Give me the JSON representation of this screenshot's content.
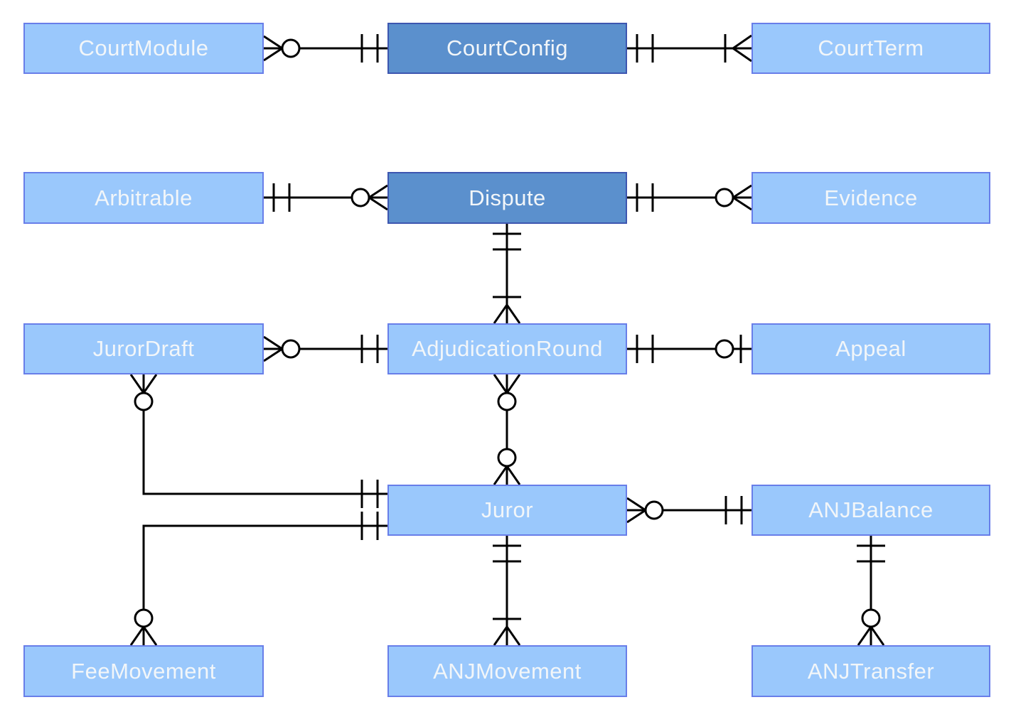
{
  "diagram": {
    "type": "entity-relationship-diagram",
    "notation": "crows-foot",
    "colors": {
      "canvas_bg": "#ffffff",
      "entity_fill": "#9ac8fc",
      "entity_border": "#687ee9",
      "entity_dark_fill": "#5b90cd",
      "entity_dark_border": "#3d56b0",
      "entity_text": "#f2f6f9",
      "line_color": "#000000"
    },
    "entities": [
      {
        "name": "CourtModule",
        "emphasis": "light"
      },
      {
        "name": "CourtConfig",
        "emphasis": "dark"
      },
      {
        "name": "CourtTerm",
        "emphasis": "light"
      },
      {
        "name": "Arbitrable",
        "emphasis": "light"
      },
      {
        "name": "Dispute",
        "emphasis": "dark"
      },
      {
        "name": "Evidence",
        "emphasis": "light"
      },
      {
        "name": "JurorDraft",
        "emphasis": "light"
      },
      {
        "name": "AdjudicationRound",
        "emphasis": "light"
      },
      {
        "name": "Appeal",
        "emphasis": "light"
      },
      {
        "name": "Juror",
        "emphasis": "light"
      },
      {
        "name": "ANJBalance",
        "emphasis": "light"
      },
      {
        "name": "FeeMovement",
        "emphasis": "light"
      },
      {
        "name": "ANJMovement",
        "emphasis": "light"
      },
      {
        "name": "ANJTransfer",
        "emphasis": "light"
      }
    ],
    "relationships": [
      {
        "from": "CourtConfig",
        "to": "CourtModule",
        "from_cardinality": "exactly-one",
        "to_cardinality": "zero-or-many"
      },
      {
        "from": "CourtConfig",
        "to": "CourtTerm",
        "from_cardinality": "exactly-one",
        "to_cardinality": "one-or-many"
      },
      {
        "from": "Arbitrable",
        "to": "Dispute",
        "from_cardinality": "exactly-one",
        "to_cardinality": "zero-or-many"
      },
      {
        "from": "Dispute",
        "to": "Evidence",
        "from_cardinality": "exactly-one",
        "to_cardinality": "zero-or-many"
      },
      {
        "from": "Dispute",
        "to": "AdjudicationRound",
        "from_cardinality": "exactly-one",
        "to_cardinality": "one-or-many"
      },
      {
        "from": "AdjudicationRound",
        "to": "JurorDraft",
        "from_cardinality": "exactly-one",
        "to_cardinality": "zero-or-many"
      },
      {
        "from": "AdjudicationRound",
        "to": "Appeal",
        "from_cardinality": "exactly-one",
        "to_cardinality": "zero-or-one"
      },
      {
        "from": "AdjudicationRound",
        "to": "Juror",
        "from_cardinality": "zero-or-many",
        "to_cardinality": "zero-or-many"
      },
      {
        "from": "Juror",
        "to": "JurorDraft",
        "from_cardinality": "exactly-one",
        "to_cardinality": "zero-or-many"
      },
      {
        "from": "Juror",
        "to": "FeeMovement",
        "from_cardinality": "exactly-one",
        "to_cardinality": "zero-or-many"
      },
      {
        "from": "Juror",
        "to": "ANJMovement",
        "from_cardinality": "exactly-one",
        "to_cardinality": "one-or-many"
      },
      {
        "from": "ANJBalance",
        "to": "Juror",
        "from_cardinality": "exactly-one",
        "to_cardinality": "zero-or-many"
      },
      {
        "from": "ANJBalance",
        "to": "ANJTransfer",
        "from_cardinality": "exactly-one",
        "to_cardinality": "zero-or-many"
      }
    ]
  }
}
